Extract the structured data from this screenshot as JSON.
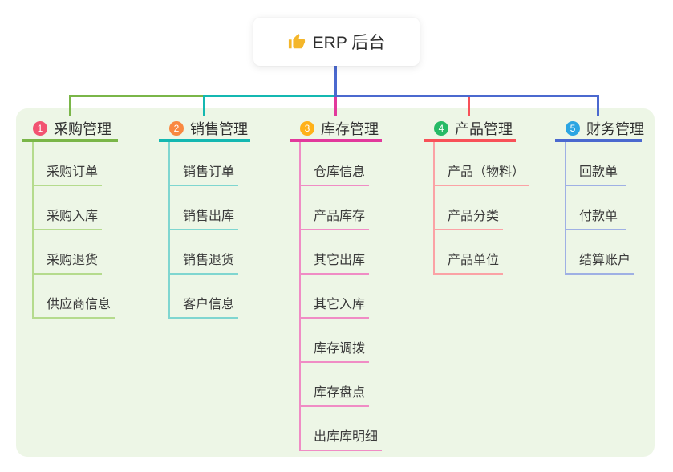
{
  "root": {
    "icon": "thumbs-up",
    "label": "ERP 后台"
  },
  "colors": {
    "panel_background": "#edf6e6",
    "root_stem": "#4b69cf"
  },
  "branches": [
    {
      "badge": "1",
      "title": "采购管理",
      "line_color": "#7ab648",
      "light_line_color": "#b5db8d",
      "badge_color": "#f25371",
      "children": [
        "采购订单",
        "采购入库",
        "采购退货",
        "供应商信息"
      ]
    },
    {
      "badge": "2",
      "title": "销售管理",
      "line_color": "#14b8b1",
      "light_line_color": "#7fd6d0",
      "badge_color": "#f98840",
      "children": [
        "销售订单",
        "销售出库",
        "销售退货",
        "客户信息"
      ]
    },
    {
      "badge": "3",
      "title": "库存管理",
      "line_color": "#e2399c",
      "light_line_color": "#f08cc5",
      "badge_color": "#ffb118",
      "children": [
        "仓库信息",
        "产品库存",
        "其它出库",
        "其它入库",
        "库存调拨",
        "库存盘点",
        "出库库明细"
      ]
    },
    {
      "badge": "4",
      "title": "产品管理",
      "line_color": "#f85158",
      "light_line_color": "#fba2a5",
      "badge_color": "#27ba66",
      "children": [
        "产品（物料）",
        "产品分类",
        "产品单位"
      ]
    },
    {
      "badge": "5",
      "title": "财务管理",
      "line_color": "#4b69cf",
      "light_line_color": "#9fb0e4",
      "badge_color": "#2ba5e2",
      "children": [
        "回款单",
        "付款单",
        "结算账户"
      ]
    }
  ]
}
